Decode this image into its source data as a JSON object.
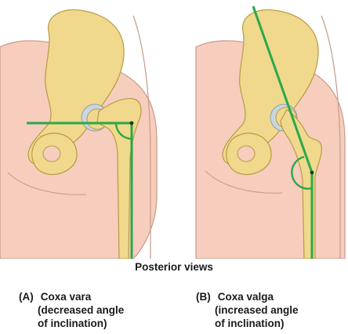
{
  "title": "Posterior views",
  "panel_a": {
    "tag": "(A)",
    "name": "Coxa vara",
    "line2": "(decreased angle",
    "line3": "of inclination)"
  },
  "panel_b": {
    "tag": "(B)",
    "name": "Coxa valga",
    "line2": "(increased angle",
    "line3": "of inclination)"
  },
  "colors": {
    "bone": "#f0d98c",
    "bone_outline": "#b99a45",
    "skin": "#f7cdbd",
    "skin_outline": "#c89a88",
    "cartilage": "#c9d6de",
    "axis_line": "#2aa84a"
  }
}
